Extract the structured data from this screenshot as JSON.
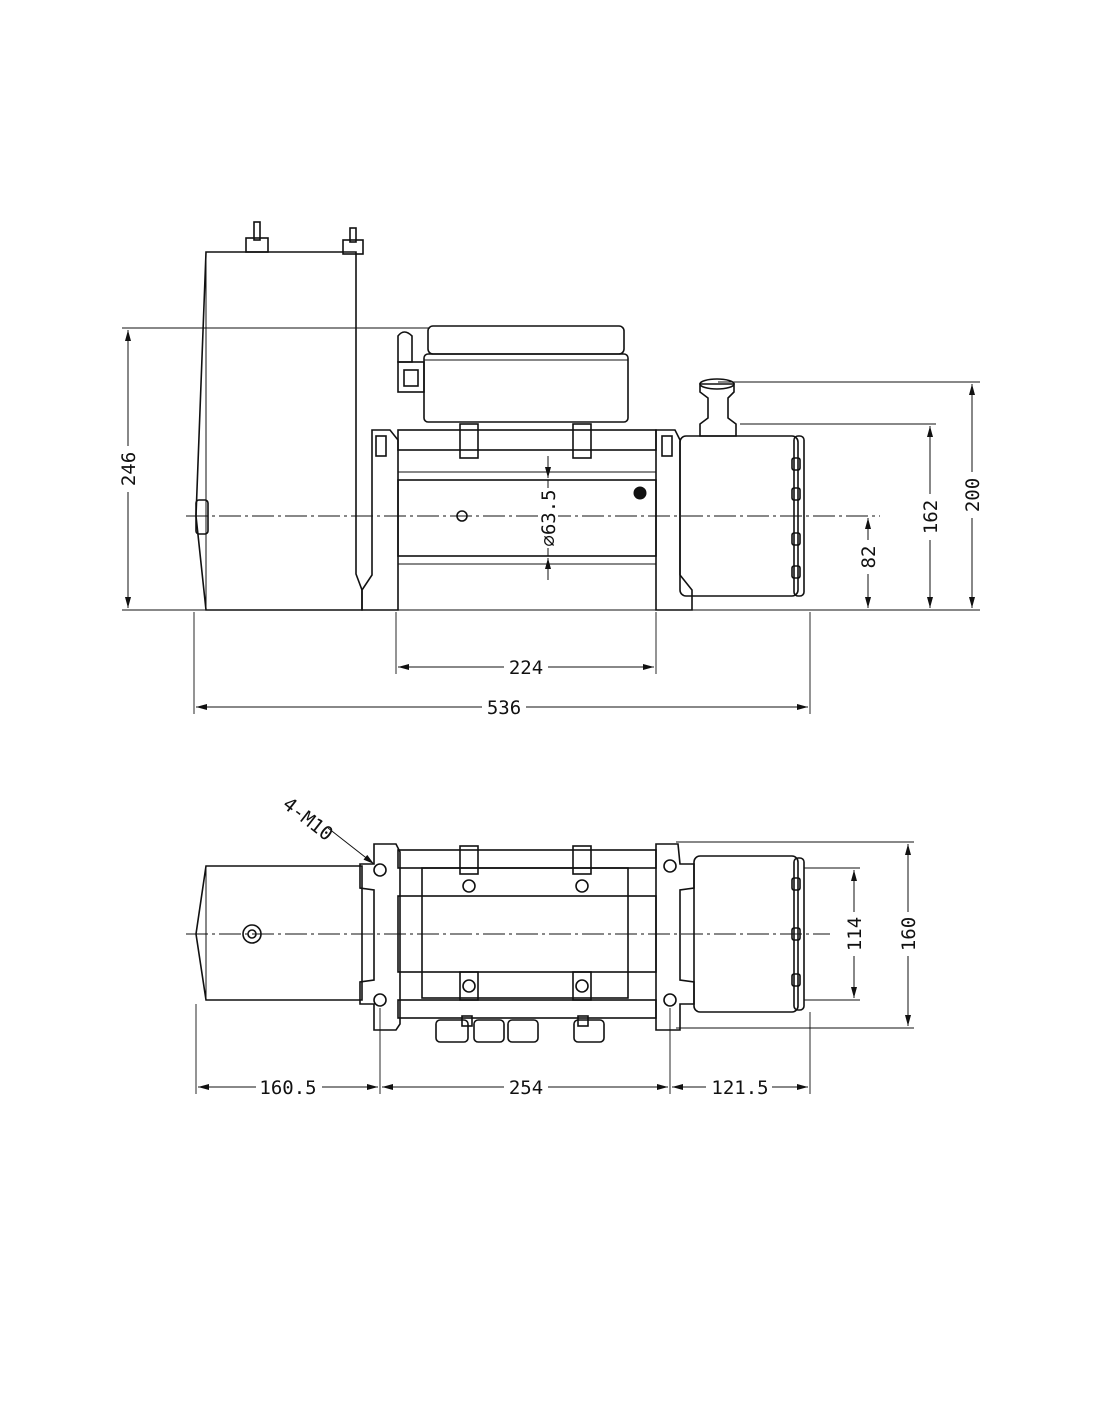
{
  "side_view": {
    "overall_height": "246",
    "controller_height": "200",
    "motor_height": "162",
    "centerline_height": "82",
    "drum_diameter": "⌀63.5",
    "drum_length": "224",
    "overall_length": "536"
  },
  "top_view": {
    "bolt_callout": "4-M10",
    "motor_offset": "160.5",
    "bolt_spacing_length": "254",
    "gearbox_offset": "121.5",
    "bolt_spacing_width": "114",
    "overall_width": "160"
  }
}
